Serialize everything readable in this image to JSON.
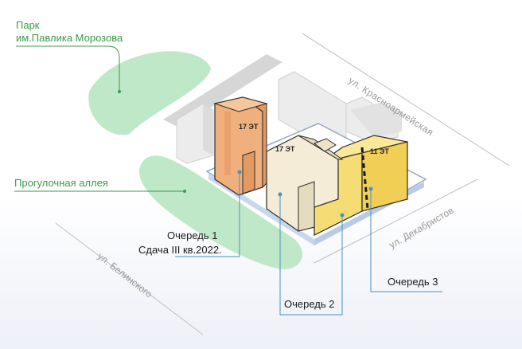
{
  "labels": {
    "park_line1": "Парк",
    "park_line2": "им.Павлика Морозова",
    "alley": "Прогулочная аллея",
    "queue1_line1": "Очередь 1",
    "queue1_line2": "Сдача III кв.2022.",
    "queue2": "Очередь 2",
    "queue3": "Очередь 3"
  },
  "streets": {
    "krasnoarmeyskaya": "ул. Красноармейская",
    "dekabristov": "ул. Декабристов",
    "belinskogo": "ул. Белинского"
  },
  "buildings": {
    "b1_floors": "17 ЭТ",
    "b2_floors": "17 ЭТ",
    "b3_floors": "11 ЭТ"
  },
  "colors": {
    "green_area": "#bfe8c9",
    "green_text": "#3a9a4e",
    "queue1": "#f0b07d",
    "queue2": "#f4ecd6",
    "queue3": "#f6dc74",
    "leader_line": "#4a90c8",
    "context_building": "#e4e4e4"
  }
}
